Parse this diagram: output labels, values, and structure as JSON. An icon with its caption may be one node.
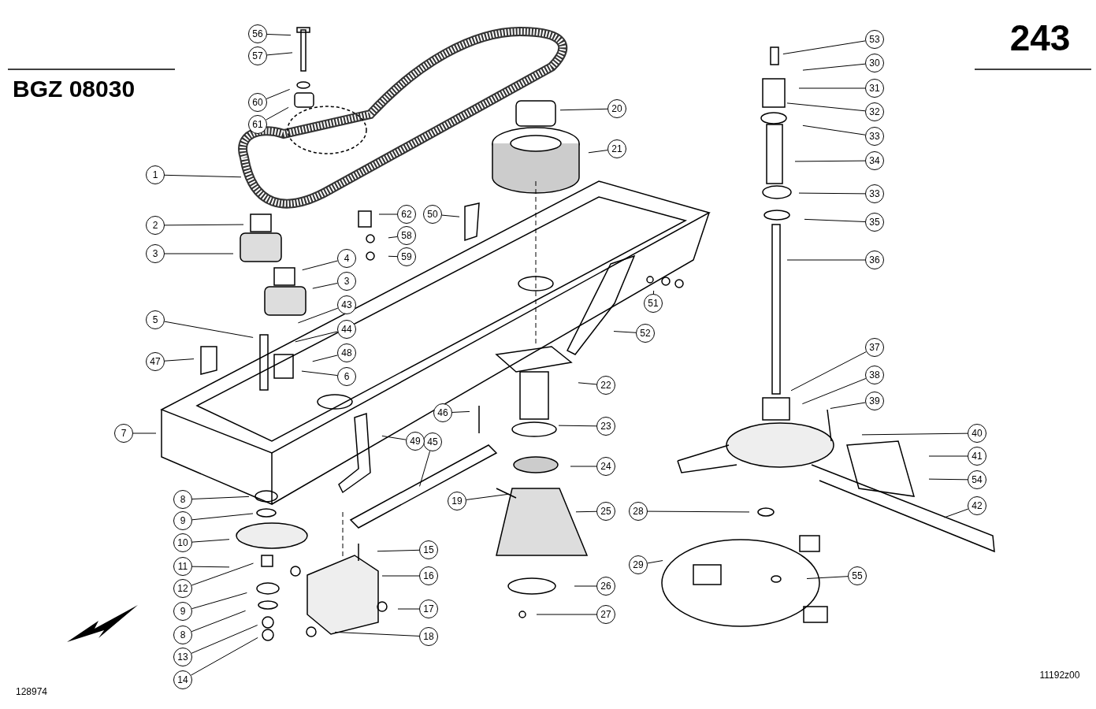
{
  "diagram": {
    "title": "BGZ 08030",
    "nodes": [
      {
        "text": [
          "56"
        ]
      },
      {
        "text": [
          "57"
        ]
      },
      {
        "text": [
          "60"
        ]
      },
      {
        "text": [
          "61"
        ]
      },
      {
        "text": [
          "1"
        ]
      },
      {
        "text": [
          "2"
        ]
      },
      {
        "text": [
          "3"
        ]
      },
      {
        "text": [
          "4"
        ]
      },
      {
        "text": [
          "3"
        ]
      },
      {
        "text": [
          "43"
        ]
      },
      {
        "text": [
          "44"
        ]
      },
      {
        "text": [
          "48"
        ]
      },
      {
        "text": [
          "6"
        ]
      },
      {
        "text": [
          "5"
        ]
      },
      {
        "text": [
          "47"
        ]
      },
      {
        "text": [
          "7"
        ]
      },
      {
        "text": [
          "8"
        ]
      },
      {
        "text": [
          "9"
        ]
      },
      {
        "text": [
          "10"
        ]
      },
      {
        "text": [
          "11"
        ]
      },
      {
        "text": [
          "12"
        ]
      },
      {
        "text": [
          "9"
        ]
      },
      {
        "text": [
          "8"
        ]
      },
      {
        "text": [
          "13"
        ]
      },
      {
        "text": [
          "14"
        ]
      },
      {
        "text": [
          "62"
        ]
      },
      {
        "text": [
          "58"
        ]
      },
      {
        "text": [
          "59"
        ]
      },
      {
        "text": [
          "50"
        ]
      },
      {
        "text": [
          "51"
        ]
      },
      {
        "text": [
          "52"
        ]
      },
      {
        "text": [
          "22"
        ]
      },
      {
        "text": [
          "23"
        ]
      },
      {
        "text": [
          "24"
        ]
      },
      {
        "text": [
          "25"
        ]
      },
      {
        "text": [
          "26"
        ]
      },
      {
        "text": [
          "27"
        ]
      },
      {
        "text": [
          "46"
        ]
      },
      {
        "text": [
          "45"
        ]
      },
      {
        "text": [
          "49"
        ]
      },
      {
        "text": [
          "19"
        ]
      },
      {
        "text": [
          "15"
        ]
      },
      {
        "text": [
          "16"
        ]
      },
      {
        "text": [
          "17"
        ]
      },
      {
        "text": [
          "18"
        ]
      },
      {
        "text": [
          "20"
        ]
      },
      {
        "text": [
          "21"
        ]
      },
      {
        "text": [
          "53"
        ]
      },
      {
        "text": [
          "30"
        ]
      },
      {
        "text": [
          "31"
        ]
      },
      {
        "text": [
          "32"
        ]
      },
      {
        "text": [
          "33"
        ]
      },
      {
        "text": [
          "34"
        ]
      },
      {
        "text": [
          "33"
        ]
      },
      {
        "text": [
          "35"
        ]
      },
      {
        "text": [
          "36"
        ]
      },
      {
        "text": [
          "37"
        ]
      },
      {
        "text": [
          "38"
        ]
      },
      {
        "text": [
          "39"
        ]
      },
      {
        "text": [
          "40"
        ]
      },
      {
        "text": [
          "41"
        ]
      },
      {
        "text": [
          "54"
        ]
      },
      {
        "text": [
          "42"
        ]
      },
      {
        "text": [
          "28"
        ]
      },
      {
        "text": [
          "29"
        ]
      },
      {
        "text": [
          "55"
        ]
      }
    ],
    "edges": [
      {
        "from": 0,
        "to": null,
        "arrow": "none"
      },
      {
        "from": 1,
        "to": null,
        "arrow": "none"
      },
      {
        "from": 2,
        "to": null,
        "arrow": "none"
      },
      {
        "from": 3,
        "to": null,
        "arrow": "none"
      },
      {
        "from": 4,
        "to": null,
        "arrow": "none"
      },
      {
        "from": 5,
        "to": null,
        "arrow": "none"
      },
      {
        "from": 6,
        "to": null,
        "arrow": "none"
      },
      {
        "from": 7,
        "to": null,
        "arrow": "none"
      },
      {
        "from": 8,
        "to": null,
        "arrow": "none"
      },
      {
        "from": 9,
        "to": null,
        "arrow": "none"
      },
      {
        "from": 10,
        "to": null,
        "arrow": "none"
      },
      {
        "from": 11,
        "to": null,
        "arrow": "none"
      },
      {
        "from": 12,
        "to": null,
        "arrow": "none"
      },
      {
        "from": 13,
        "to": null,
        "arrow": "none"
      },
      {
        "from": 14,
        "to": null,
        "arrow": "none"
      },
      {
        "from": 15,
        "to": null,
        "arrow": "none"
      },
      {
        "from": 16,
        "to": null,
        "arrow": "none"
      },
      {
        "from": 17,
        "to": null,
        "arrow": "none"
      },
      {
        "from": 18,
        "to": null,
        "arrow": "none"
      },
      {
        "from": 19,
        "to": null,
        "arrow": "none"
      },
      {
        "from": 20,
        "to": null,
        "arrow": "none"
      },
      {
        "from": 21,
        "to": null,
        "arrow": "none"
      },
      {
        "from": 22,
        "to": null,
        "arrow": "none"
      },
      {
        "from": 23,
        "to": null,
        "arrow": "none"
      },
      {
        "from": 24,
        "to": null,
        "arrow": "none"
      },
      {
        "from": 25,
        "to": null,
        "arrow": "none"
      },
      {
        "from": 26,
        "to": null,
        "arrow": "none"
      },
      {
        "from": 27,
        "to": null,
        "arrow": "none"
      },
      {
        "from": 28,
        "to": null,
        "arrow": "none"
      },
      {
        "from": 29,
        "to": null,
        "arrow": "none"
      },
      {
        "from": 30,
        "to": null,
        "arrow": "none"
      },
      {
        "from": 31,
        "to": null,
        "arrow": "none"
      },
      {
        "from": 32,
        "to": null,
        "arrow": "none"
      },
      {
        "from": 33,
        "to": null,
        "arrow": "none"
      },
      {
        "from": 34,
        "to": null,
        "arrow": "none"
      },
      {
        "from": 35,
        "to": null,
        "arrow": "none"
      },
      {
        "from": 36,
        "to": null,
        "arrow": "none"
      },
      {
        "from": 37,
        "to": null,
        "arrow": "none"
      },
      {
        "from": 38,
        "to": null,
        "arrow": "none"
      },
      {
        "from": 39,
        "to": null,
        "arrow": "none"
      },
      {
        "from": 40,
        "to": null,
        "arrow": "none"
      },
      {
        "from": 41,
        "to": null,
        "arrow": "none"
      },
      {
        "from": 42,
        "to": null,
        "arrow": "none"
      },
      {
        "from": 43,
        "to": null,
        "arrow": "none"
      },
      {
        "from": 44,
        "to": null,
        "arrow": "none"
      },
      {
        "from": 45,
        "to": null,
        "arrow": "none"
      },
      {
        "from": 46,
        "to": null,
        "arrow": "none"
      },
      {
        "from": 47,
        "to": null,
        "arrow": "none"
      },
      {
        "from": 48,
        "to": null,
        "arrow": "none"
      },
      {
        "from": 49,
        "to": null,
        "arrow": "none"
      },
      {
        "from": 50,
        "to": null,
        "arrow": "none"
      },
      {
        "from": 51,
        "to": null,
        "arrow": "none"
      },
      {
        "from": 52,
        "to": null,
        "arrow": "none"
      },
      {
        "from": 53,
        "to": null,
        "arrow": "none"
      },
      {
        "from": 54,
        "to": null,
        "arrow": "none"
      },
      {
        "from": 55,
        "to": null,
        "arrow": "none"
      },
      {
        "from": 56,
        "to": null,
        "arrow": "none"
      },
      {
        "from": 57,
        "to": null,
        "arrow": "none"
      },
      {
        "from": 58,
        "to": null,
        "arrow": "none"
      },
      {
        "from": 59,
        "to": null,
        "arrow": "none"
      },
      {
        "from": 60,
        "to": null,
        "arrow": "none"
      },
      {
        "from": 61,
        "to": null,
        "arrow": "none"
      },
      {
        "from": 62,
        "to": null,
        "arrow": "none"
      },
      {
        "from": 63,
        "to": null,
        "arrow": "none"
      },
      {
        "from": 64,
        "to": null,
        "arrow": "none"
      },
      {
        "from": 65,
        "to": null,
        "arrow": "none"
      }
    ],
    "labels": [
      "243",
      "11192z00",
      "128974"
    ]
  }
}
